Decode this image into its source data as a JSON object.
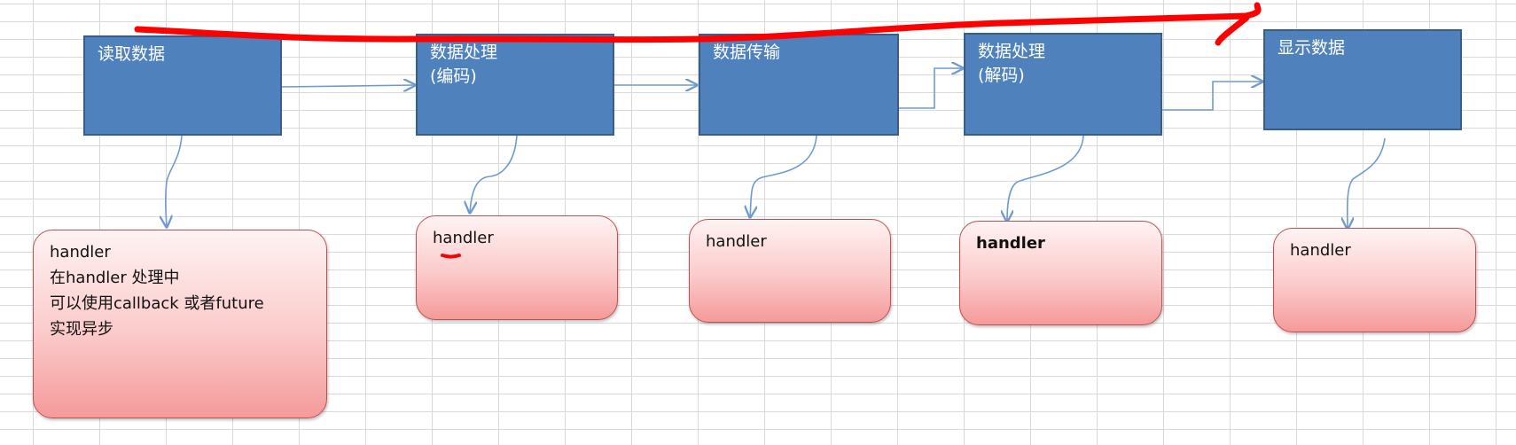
{
  "colors": {
    "process_fill": "#4f81bd",
    "process_border": "#385d8a",
    "handler_border": "#c0504d",
    "connector": "#6f9ad0",
    "highlight_stroke": "#ff0000",
    "grid": "#d9d9d9"
  },
  "steps": [
    {
      "title_line1": "读取数据",
      "title_line2": ""
    },
    {
      "title_line1": "数据处理",
      "title_line2": "(编码)"
    },
    {
      "title_line1": "数据传输",
      "title_line2": ""
    },
    {
      "title_line1": "数据处理",
      "title_line2": "(解码)"
    },
    {
      "title_line1": "显示数据",
      "title_line2": ""
    }
  ],
  "handlers": [
    {
      "lines": [
        "handler",
        "在handler 处理中",
        "可以使用callback 或者future",
        "实现异步"
      ]
    },
    {
      "lines": [
        "handler"
      ]
    },
    {
      "lines": [
        "handler"
      ]
    },
    {
      "lines": [
        "handler"
      ]
    },
    {
      "lines": [
        "handler"
      ]
    }
  ]
}
